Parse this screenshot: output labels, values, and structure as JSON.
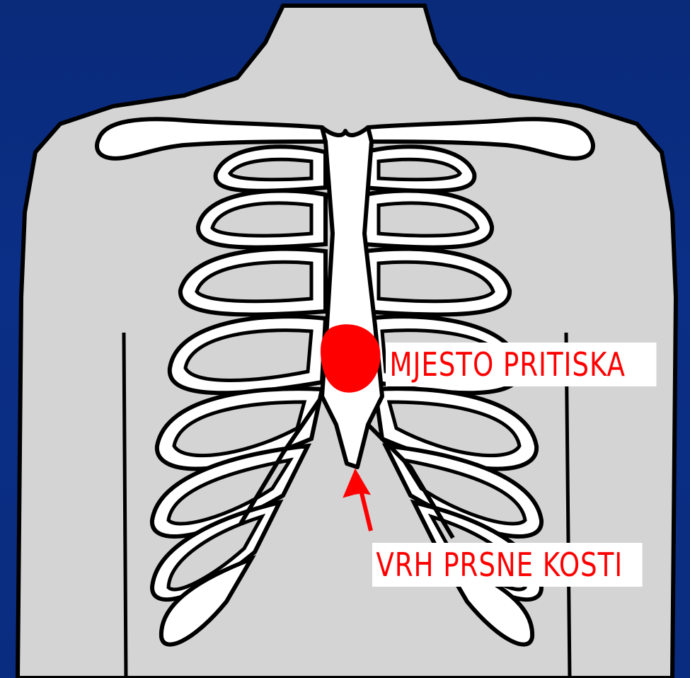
{
  "labels": {
    "pressure_point": "MJESTO PRITISKA",
    "sternum_tip": "VRH PRSNE KOSTI"
  },
  "colors": {
    "background": "#0b2f86",
    "body": "#d4d4d4",
    "bone": "#ffffff",
    "outline": "#000000",
    "marker": "#ff0000"
  },
  "icons": {
    "pressure_marker": "red-dot",
    "pointer": "red-arrow"
  }
}
